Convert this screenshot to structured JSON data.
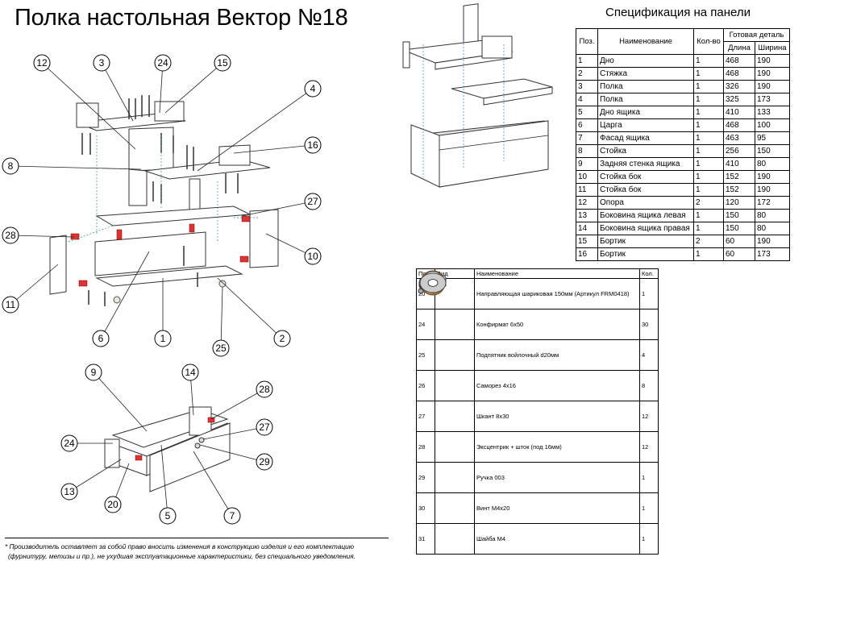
{
  "title": "Полка настольная Вектор №18",
  "spec": {
    "title": "Спецификация на панели",
    "headers": {
      "pos": "Поз.",
      "name": "Наименование",
      "qty": "Кол-во",
      "ready": "Готовая деталь",
      "length": "Длина",
      "width": "Ширина"
    },
    "rows": [
      {
        "pos": "1",
        "name": "Дно",
        "qty": "1",
        "length": "468",
        "width": "190"
      },
      {
        "pos": "2",
        "name": "Стяжка",
        "qty": "1",
        "length": "468",
        "width": "190"
      },
      {
        "pos": "3",
        "name": "Полка",
        "qty": "1",
        "length": "326",
        "width": "190"
      },
      {
        "pos": "4",
        "name": "Полка",
        "qty": "1",
        "length": "325",
        "width": "173"
      },
      {
        "pos": "5",
        "name": "Дно ящика",
        "qty": "1",
        "length": "410",
        "width": "133"
      },
      {
        "pos": "6",
        "name": "Царга",
        "qty": "1",
        "length": "468",
        "width": "100"
      },
      {
        "pos": "7",
        "name": "Фасад ящика",
        "qty": "1",
        "length": "463",
        "width": "95"
      },
      {
        "pos": "8",
        "name": "Стойка",
        "qty": "1",
        "length": "256",
        "width": "150"
      },
      {
        "pos": "9",
        "name": "Задняя стенка ящика",
        "qty": "1",
        "length": "410",
        "width": "80"
      },
      {
        "pos": "10",
        "name": "Стойка бок",
        "qty": "1",
        "length": "152",
        "width": "190"
      },
      {
        "pos": "11",
        "name": "Стойка бок",
        "qty": "1",
        "length": "152",
        "width": "190"
      },
      {
        "pos": "12",
        "name": "Опора",
        "qty": "2",
        "length": "120",
        "width": "172"
      },
      {
        "pos": "13",
        "name": "Боковина ящика левая",
        "qty": "1",
        "length": "150",
        "width": "80"
      },
      {
        "pos": "14",
        "name": "Боковина ящика правая",
        "qty": "1",
        "length": "150",
        "width": "80"
      },
      {
        "pos": "15",
        "name": "Бортик",
        "qty": "2",
        "length": "60",
        "width": "190"
      },
      {
        "pos": "16",
        "name": "Бортик",
        "qty": "1",
        "length": "60",
        "width": "173"
      }
    ]
  },
  "hardware": {
    "headers": {
      "pos": "Поз.",
      "view": "Вид",
      "name": "Наименование",
      "qty": "Кол."
    },
    "rows": [
      {
        "pos": "20",
        "icon": "ball-slide-icon",
        "name": "Направляющая шариковая 150мм (Артикул FRM0418)",
        "qty": "1"
      },
      {
        "pos": "24",
        "icon": "confirmat-screw-icon",
        "name": "Конфирмат 6х50",
        "qty": "30"
      },
      {
        "pos": "25",
        "icon": "felt-pad-icon",
        "name": "Подпятник войлочный d20мм",
        "qty": "4"
      },
      {
        "pos": "26",
        "icon": "self-tapping-screw-icon",
        "name": "Саморез 4х16",
        "qty": "8"
      },
      {
        "pos": "27",
        "icon": "dowel-icon",
        "name": "Шкант 8х30",
        "qty": "12"
      },
      {
        "pos": "28",
        "icon": "eccentric-icon",
        "name": "Эксцентрик + шток (под 16мм)",
        "qty": "12"
      },
      {
        "pos": "29",
        "icon": "knob-icon",
        "name": "Ручка 003",
        "qty": "1"
      },
      {
        "pos": "30",
        "icon": "machine-screw-icon",
        "name": "Винт М4х20",
        "qty": "1"
      },
      {
        "pos": "31",
        "icon": "washer-icon",
        "name": "Шайба М4",
        "qty": "1"
      }
    ]
  },
  "callouts_main": [
    "12",
    "3",
    "24",
    "15",
    "4",
    "16",
    "8",
    "27",
    "28",
    "10",
    "11",
    "6",
    "1",
    "25",
    "2"
  ],
  "callouts_drawer": [
    "9",
    "14",
    "28",
    "27",
    "24",
    "29",
    "13",
    "20",
    "5",
    "7"
  ],
  "note": {
    "line1": "* Производитель оставляет за собой право вносить изменения в конструкцию изделия и его комплектацию",
    "line2": "(фурнитуру, метизы и пр.), не ухудшая эксплуатационные характеристики, без специального уведомления."
  }
}
